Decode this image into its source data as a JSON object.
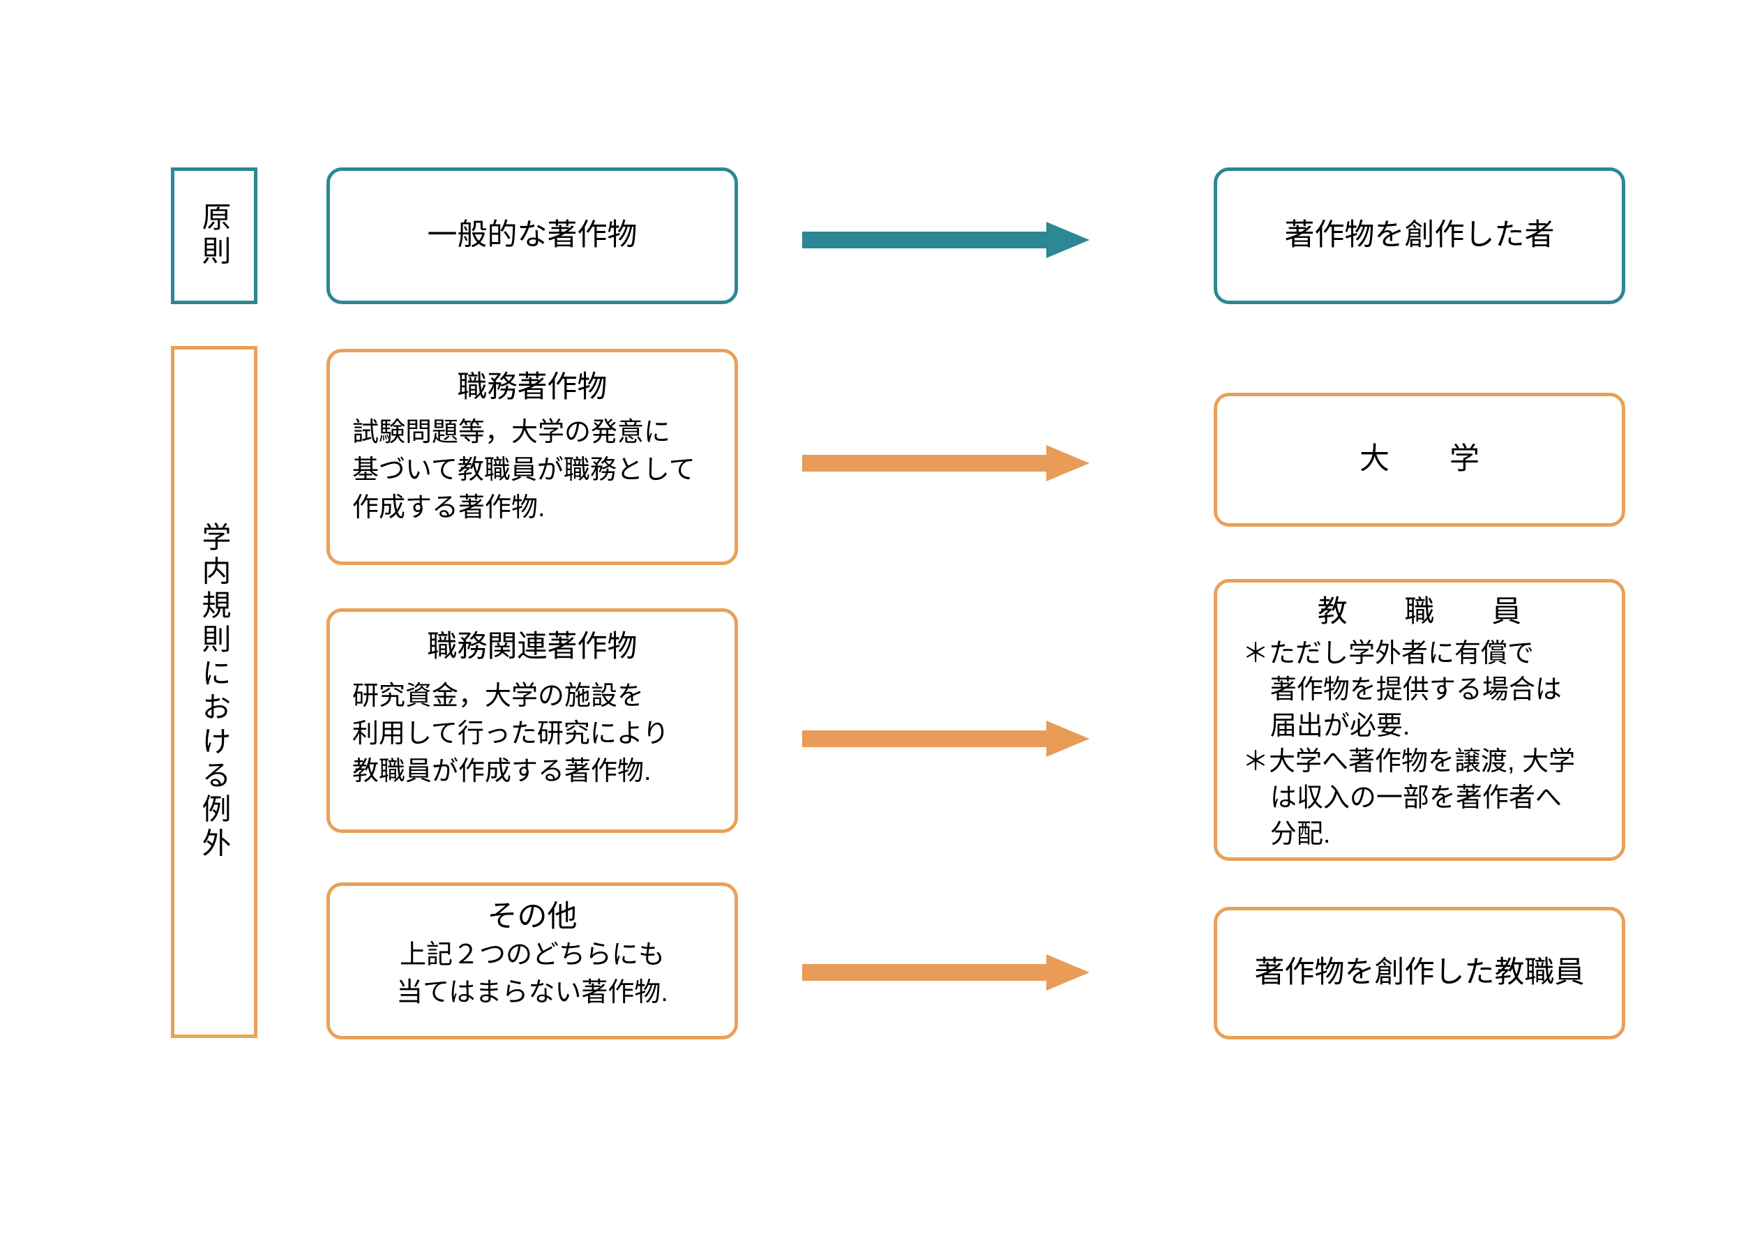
{
  "colors": {
    "teal": "#2D8794",
    "orange": "#E9A157",
    "arrow_teal": "#2B8894",
    "arrow_orange": "#E89C58",
    "text": "#000000",
    "background": "#FFFFFF"
  },
  "categories": [
    {
      "label": "原則",
      "accent": "teal"
    },
    {
      "label": "学内規則における例外",
      "accent": "orange"
    }
  ],
  "rows": [
    {
      "accent": "teal",
      "source": {
        "title": "一般的な著作物",
        "body": ""
      },
      "arrow": {
        "color": "#2B8894",
        "direction": "right"
      },
      "target": {
        "title": "著作物を創作した者",
        "notes": []
      }
    },
    {
      "accent": "orange",
      "source": {
        "title": "職務著作物",
        "body": "試験問題等，大学の発意に\n基づいて教職員が職務として\n作成する著作物."
      },
      "arrow": {
        "color": "#E89C58",
        "direction": "right"
      },
      "target": {
        "title": "大　　学",
        "notes": []
      }
    },
    {
      "accent": "orange",
      "source": {
        "title": "職務関連著作物",
        "body": "研究資金，大学の施設を\n利用して行った研究により\n教職員が作成する著作物."
      },
      "arrow": {
        "color": "#E89C58",
        "direction": "right"
      },
      "target": {
        "title": "教　職　員",
        "notes": [
          "＊ただし学外者に有償で\n著作物を提供する場合は\n届出が必要.",
          "＊大学へ著作物を譲渡, 大学\nは収入の一部を著作者へ\n分配."
        ]
      }
    },
    {
      "accent": "orange",
      "source": {
        "title": "その他",
        "body": "上記２つのどちらにも\n当てはまらない著作物."
      },
      "arrow": {
        "color": "#E89C58",
        "direction": "right"
      },
      "target": {
        "title": "著作物を創作した教職員",
        "notes": []
      }
    }
  ]
}
